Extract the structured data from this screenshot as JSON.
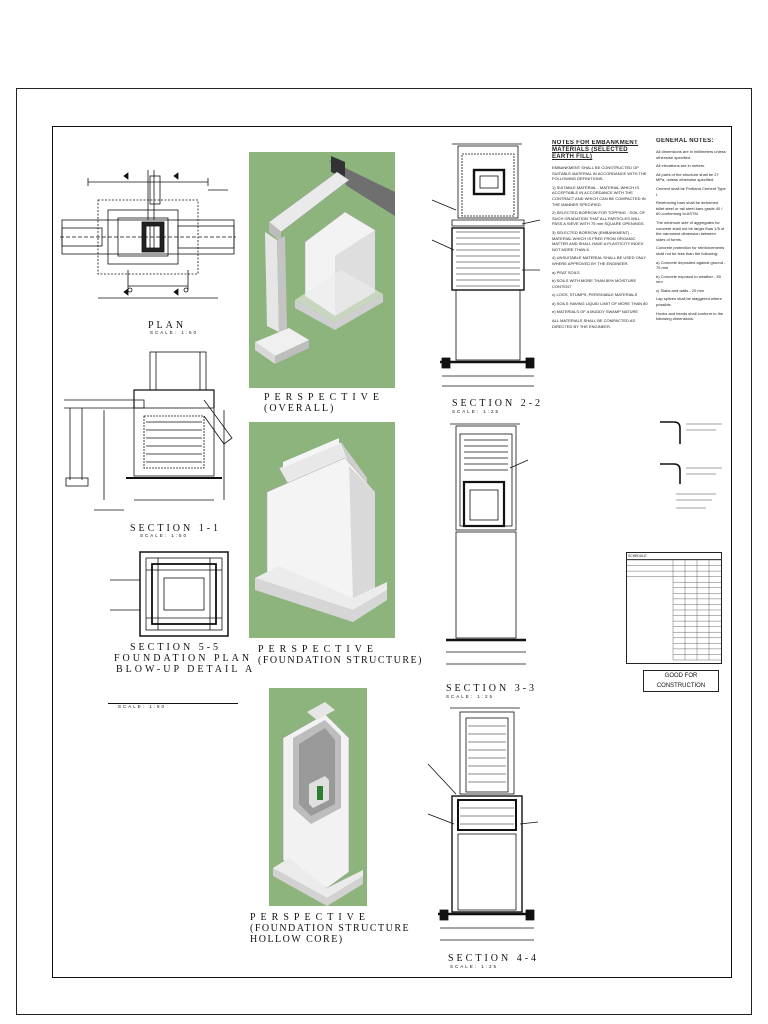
{
  "drawings": {
    "plan": {
      "title": "PLAN",
      "scale": "SCALE: 1:50"
    },
    "section_1_1": {
      "title": "SECTION 1-1",
      "scale": "SCALE: 1:50"
    },
    "section_5_5": {
      "title_line1": "SECTION 5-5",
      "title_line2": "FOUNDATION PLAN",
      "title_line3": "BLOW-UP DETAIL A",
      "scale": "SCALE: 1:50"
    },
    "perspective_overall": {
      "title_line1": "PERSPECTIVE",
      "title_line2": "(OVERALL)"
    },
    "perspective_foundation": {
      "title_line1": "PERSPECTIVE",
      "title_line2": "(FOUNDATION STRUCTURE)"
    },
    "perspective_hollow": {
      "title_line1": "PERSPECTIVE",
      "title_line2": "(FOUNDATION STRUCTURE",
      "title_line3": "HOLLOW CORE)"
    },
    "section_2_2": {
      "title": "SECTION 2-2",
      "scale": "SCALE: 1:25"
    },
    "section_3_3": {
      "title": "SECTION 3-3",
      "scale": "SCALE: 1:25"
    },
    "section_4_4": {
      "title": "SECTION 4-4",
      "scale": "SCALE: 1:25"
    }
  },
  "notes_embankment": {
    "heading": "NOTES FOR EMBANKMENT MATERIALS (SELECTED EARTH FILL)",
    "paragraphs": [
      "EMBANKMENT SHALL BE CONSTRUCTED OF SUITABLE MATERIAL IN ACCORDANCE WITH THE FOLLOWING DEFINITIONS.",
      "1) SUITABLE MATERIAL - MATERIAL WHICH IS ACCEPTABLE IN ACCORDANCE WITH THE CONTRACT AND WHICH CAN BE COMPACTED IN THE MANNER SPECIFIED.",
      "2) SELECTED BORROW FOR TOPPING - SOIL OF SUCH GRADATION THAT ALL PARTICLES WILL PASS A SIEVE WITH 75 mm SQUARE OPENINGS.",
      "3) SELECTED BORROW (EMBANKMENT) - MATERIAL WHICH IS FREE FROM ORGANIC MATTER AND SHALL HAVE A PLASTICITY INDEX NOT MORE THAN 6.",
      "4) UNSUITABLE MATERIAL SHALL BE USED ONLY WHERE APPROVED BY THE ENGINEER.",
      "a) PEAT SOILS",
      "b) SOILS WITH MORE THAN 80% MOISTURE CONTENT",
      "c) LOGS, STUMPS, PERISHABLE MATERIALS",
      "d) SOILS HAVING LIQUID LIMIT OF MORE THAN 80",
      "e) MATERIALS OF A MUDDY SWAMP NATURE",
      "ALL MATERIALS SHALL BE COMPACTED AS DIRECTED BY THE ENGINEER."
    ]
  },
  "notes_general": {
    "heading": "GENERAL NOTES:",
    "paragraphs": [
      "All dimensions are in millimeters unless otherwise specified.",
      "All elevations are in meters.",
      "All parts of the structure shall be 27 MPa, unless otherwise specified.",
      "Cement shall be Portland Cement Type I.",
      "Reinforcing bars shall be deformed billet steel or rail steel bars grade 40 / 60 conforming to ASTM.",
      "The minimum size of aggregates for concrete shall not be larger than 1/5 of the narrowest dimension between sides of forms.",
      "Concrete protection for reinforcements shall not be less than the following:",
      "a) Concrete deposited against ground - 75 mm",
      "b) Concrete exposed to weather - 50 mm",
      "c) Slabs and walls - 20 mm",
      "Lap splices shall be staggered where possible.",
      "Hooks and bends shall conform to the following dimensions."
    ]
  },
  "table": {
    "title": "SCHEDULE",
    "rows": 18
  },
  "stamp": "GOOD FOR CONSTRUCTION"
}
